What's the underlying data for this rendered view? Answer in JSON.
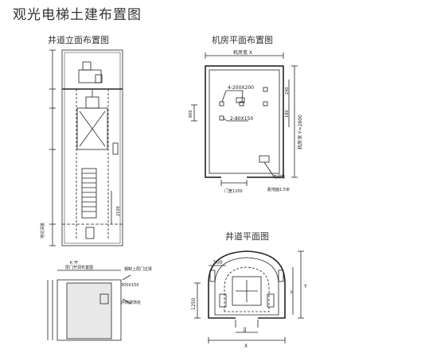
{
  "page_title": "观光电梯土建布置图",
  "sections": {
    "elevation": "井道立面布置图",
    "machine_room": "机房平面布置图",
    "shaft_plan": "井道平面图"
  },
  "machine_room": {
    "width_label": "机房宽 X",
    "depth_label": "机房深 Y=2800",
    "holes_4": "4-200X200",
    "holes_2": "2-80X150",
    "dim_240": "240",
    "dim_180": "180",
    "dim_800": "800",
    "power_box": "电源箱",
    "power_box_height": "距地面1.5米",
    "door_width": "门宽1200"
  },
  "shaft_plan": {
    "dim_500": "500",
    "dim_1250": "1250",
    "dim_JJ": "JJ",
    "dim_X": "X",
    "dim_h": "h",
    "dim_Y": "Y"
  },
  "elevation": {
    "pit_depth_label": "地坑深度",
    "dim_2100": "2100",
    "label_kj": "K 开",
    "label_floor": "层门开洞布置图",
    "label_gate": "钢制上层门过梁",
    "label_300x150": "300X150",
    "label_ext": "外侧装饰处"
  },
  "colors": {
    "line": "#222222",
    "dim": "#333333",
    "title": "#333333"
  }
}
